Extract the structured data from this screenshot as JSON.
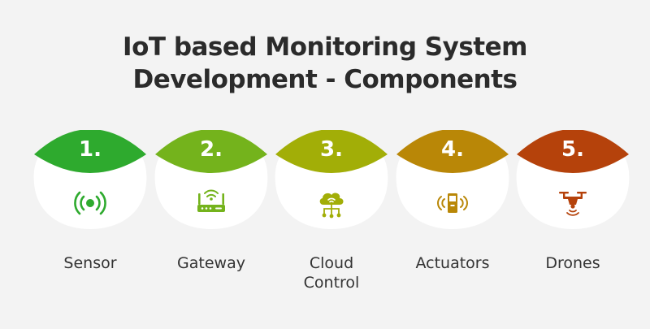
{
  "title": {
    "line1": "IoT based Monitoring System",
    "line2": "Development - Components"
  },
  "items": [
    {
      "number": "1.",
      "label_lines": [
        "Sensor"
      ],
      "color": "#2eaa2e",
      "icon": "sensor-icon"
    },
    {
      "number": "2.",
      "label_lines": [
        "Gateway"
      ],
      "color": "#74b31c",
      "icon": "router-icon"
    },
    {
      "number": "3.",
      "label_lines": [
        "Cloud",
        "Control"
      ],
      "color": "#a2ae07",
      "icon": "cloud-network-icon"
    },
    {
      "number": "4.",
      "label_lines": [
        "Actuators"
      ],
      "color": "#b98707",
      "icon": "actuator-icon"
    },
    {
      "number": "5.",
      "label_lines": [
        "Drones"
      ],
      "color": "#b5420b",
      "icon": "drone-icon"
    }
  ]
}
